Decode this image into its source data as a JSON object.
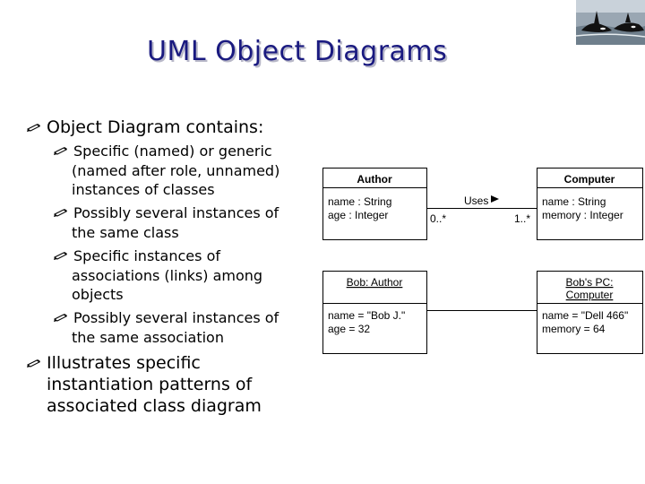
{
  "title": "UML Object Diagrams",
  "bullets": {
    "b1": "Object Diagram contains:",
    "s1": [
      "Specific (named) or generic",
      "(named after role, unnamed)",
      "instances of classes"
    ],
    "s2": [
      "Possibly several instances of",
      "the same class"
    ],
    "s3": [
      "Specific instances of",
      "associations (links) among",
      "objects"
    ],
    "s4": [
      "Possibly several instances of",
      "the same association"
    ],
    "b2": [
      "Illustrates specific",
      "instantiation patterns of",
      "associated class diagram"
    ]
  },
  "bullet_icon": "pen-icon",
  "photo": "orca-whales-photo",
  "class_diagram": {
    "author": {
      "name": "Author",
      "attrs": [
        "name : String",
        "age : Integer"
      ]
    },
    "computer": {
      "name": "Computer",
      "attrs": [
        "name : String",
        "memory : Integer"
      ]
    },
    "association": {
      "label": "Uses",
      "mult_left": "0..*",
      "mult_right": "1..*"
    }
  },
  "object_diagram": {
    "bob": {
      "name": "Bob: Author",
      "attrs": [
        "name = \"Bob J.\"",
        "age = 32"
      ]
    },
    "pc": {
      "name_lines": [
        "Bob's PC:",
        "Computer"
      ],
      "attrs": [
        "name = \"Dell 466\"",
        "memory = 64"
      ]
    }
  }
}
